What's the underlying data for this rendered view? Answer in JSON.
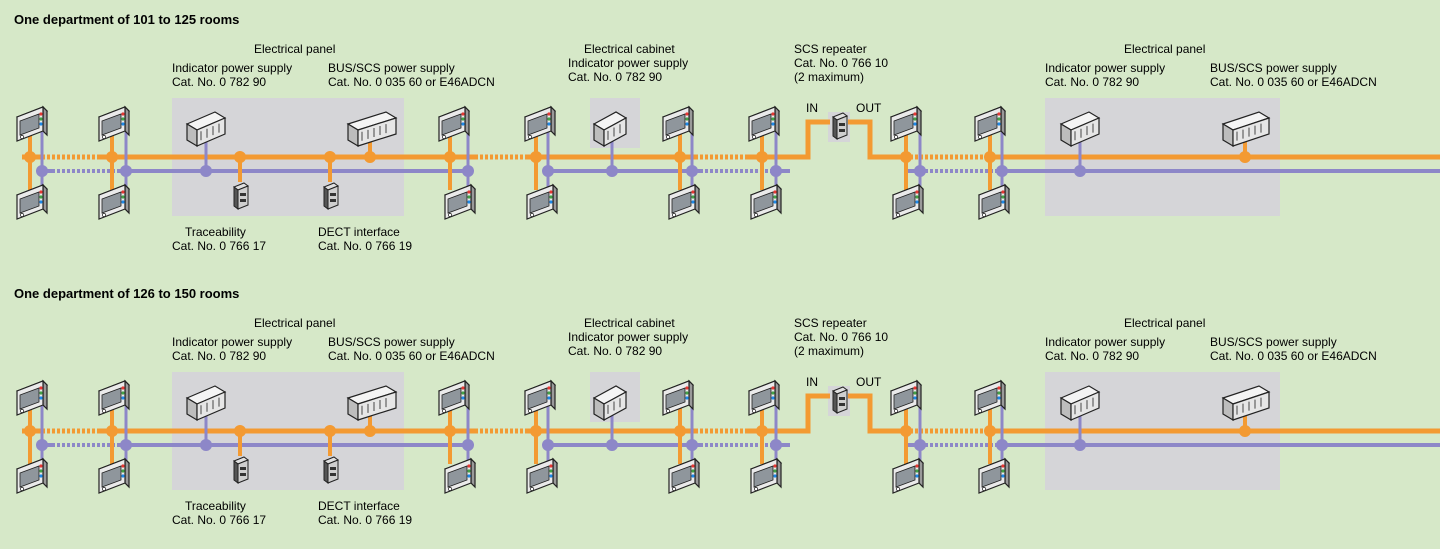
{
  "sections": [
    {
      "title": "One department of 101 to 125 rooms",
      "labels": {
        "panel_left_title": "Electrical panel",
        "ind_ps_left": [
          "Indicator power supply",
          "Cat. No. 0 782 90"
        ],
        "bus_ps_left": [
          "BUS/SCS power supply",
          "Cat. No. 0 035 60 or E46ADCN"
        ],
        "cabinet": [
          "Electrical cabinet",
          "Indicator power supply",
          "Cat. No. 0 782 90"
        ],
        "repeater": [
          "SCS repeater",
          "Cat. No. 0 766 10",
          "(2 maximum)"
        ],
        "in": "IN",
        "out": "OUT",
        "panel_right_title": "Electrical panel",
        "ind_ps_right": [
          "Indicator power supply",
          "Cat. No. 0 782 90"
        ],
        "bus_ps_right": [
          "BUS/SCS power supply",
          "Cat. No. 0 035 60 or E46ADCN"
        ],
        "traceability": [
          "Traceability",
          "Cat. No. 0 766 17"
        ],
        "dect": [
          "DECT interface",
          "Cat. No. 0 766 19"
        ]
      }
    },
    {
      "title": "One department of 126 to 150 rooms",
      "labels": {
        "panel_left_title": "Electrical panel",
        "ind_ps_left": [
          "Indicator power supply",
          "Cat. No. 0 782 90"
        ],
        "bus_ps_left": [
          "BUS/SCS power supply",
          "Cat. No. 0 035 60 or E46ADCN"
        ],
        "cabinet": [
          "Electrical cabinet",
          "Indicator power supply",
          "Cat. No. 0 782 90"
        ],
        "repeater": [
          "SCS repeater",
          "Cat. No. 0 766 10",
          "(2 maximum)"
        ],
        "in": "IN",
        "out": "OUT",
        "panel_right_title": "Electrical panel",
        "ind_ps_right": [
          "Indicator power supply",
          "Cat. No. 0 782 90"
        ],
        "bus_ps_right": [
          "BUS/SCS power supply",
          "Cat. No. 0 035 60 or E46ADCN"
        ],
        "traceability": [
          "Traceability",
          "Cat. No. 0 766 17"
        ],
        "dect": [
          "DECT interface",
          "Cat. No. 0 766 19"
        ]
      }
    }
  ],
  "colors": {
    "background": "#d6e8c8",
    "panel": "#d5d5d8",
    "orange_line": "#f39a32",
    "purple_line": "#8d87c8"
  }
}
